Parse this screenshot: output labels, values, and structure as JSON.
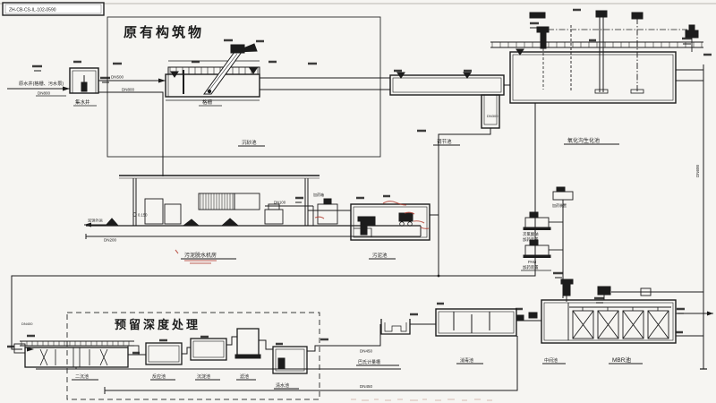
{
  "labels": {
    "drawing_no": "ZH-CB-CS-IL-102-0590",
    "zone_existing": "原有构筑物",
    "zone_reserved": "预留深度处理",
    "inlet_line": "原水井(格栅、污水泵)",
    "well": "集水井",
    "screen": "格栅",
    "grit": "沉砂池",
    "equalization": "调节池",
    "bio": "氧化沟生化池",
    "elev": "0.150",
    "cake_out": "泥饼外运",
    "dosing_box": "加药箱",
    "dewatering": "污泥脱水机房",
    "sludge_tank": "污泥池",
    "dose1": "加药装置",
    "dose2_l1": "次氯酸钠",
    "dose2_l2": "加药装置",
    "dose3_l1": "PAM",
    "dose3_l2": "加药装置",
    "clarifier": "二沉池",
    "t_react": "反应池",
    "t_sed": "沉淀池",
    "t_filter": "滤池",
    "t_clean": "清水池",
    "flume": "巴氏计量槽",
    "disinfect": "消毒池",
    "mid_tank": "中间池",
    "mbr": "MBR池",
    "dn800_a": "DN800",
    "dn800_b": "DN800",
    "dn500": "DN500",
    "dn400": "DN400",
    "dn300": "DN300",
    "dn200": "DN200",
    "dn100": "DN100",
    "dn600": "DN600",
    "dn450_a": "DN450",
    "dn450_b": "DN450"
  },
  "colors": {
    "ink": "#1c1c1c",
    "redline": "#b23b2e",
    "paper": "#f6f5f2"
  }
}
